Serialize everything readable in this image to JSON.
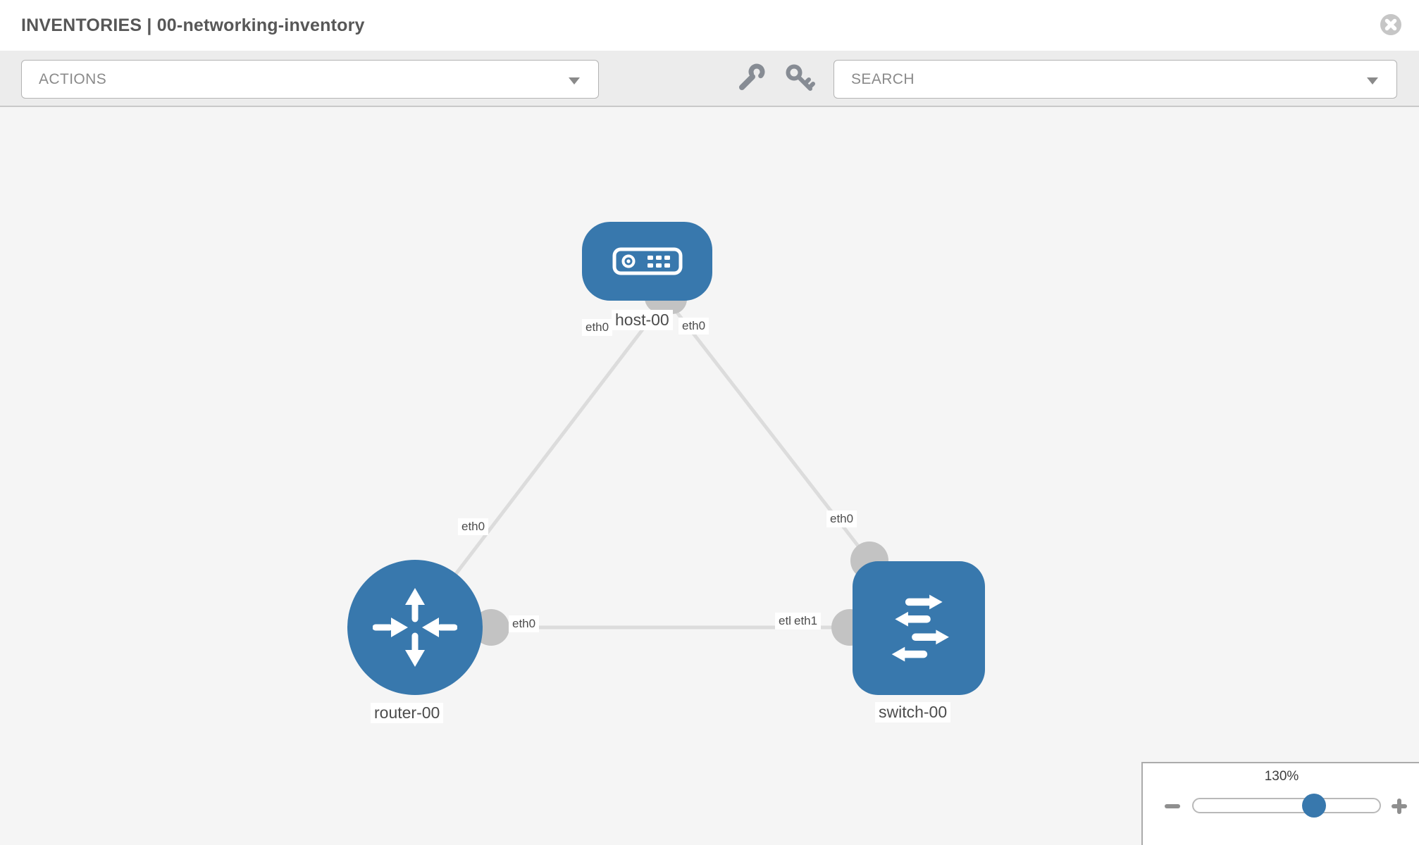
{
  "header": {
    "title": "INVENTORIES | 00-networking-inventory"
  },
  "toolbar": {
    "actions_label": "ACTIONS",
    "search_label": "SEARCH"
  },
  "canvas": {
    "nodes": [
      {
        "id": "host-00",
        "type": "host",
        "label": "host-00"
      },
      {
        "id": "router-00",
        "type": "router",
        "label": "router-00"
      },
      {
        "id": "switch-00",
        "type": "switch",
        "label": "switch-00"
      }
    ],
    "links": [
      {
        "from": "host-00",
        "from_port": "eth0",
        "to": "router-00",
        "to_port": "eth0"
      },
      {
        "from": "host-00",
        "from_port": "eth0",
        "to": "switch-00",
        "to_port": "eth0"
      },
      {
        "from": "router-00",
        "from_port": "eth0",
        "to": "switch-00",
        "to_port": "eth1"
      }
    ],
    "port_labels": [
      "eth0",
      "eth0",
      "eth0",
      "eth0",
      "eth0",
      "eth0",
      "eth1"
    ]
  },
  "zoom_control": {
    "level": "130%"
  },
  "colors": {
    "node_blue": "#3878ad",
    "link_gray": "#dcdcdc",
    "connector_gray": "#c3c3c3",
    "toolbar_bg": "#ececec",
    "canvas_bg": "#f5f5f5",
    "label_text": "#4c4c4c",
    "title_text": "#575757"
  }
}
